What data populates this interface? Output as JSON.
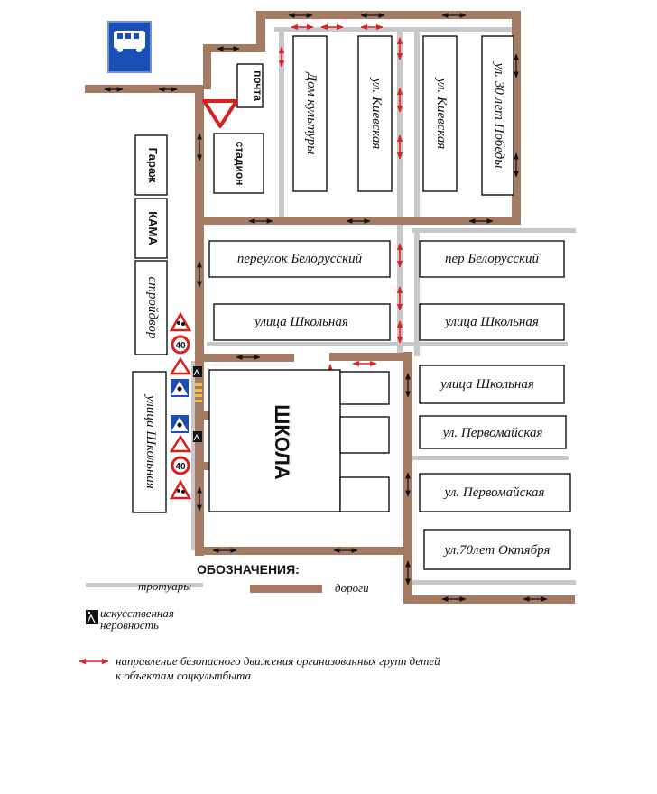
{
  "map": {
    "blocks": [
      {
        "id": "pochta",
        "label": "почта"
      },
      {
        "id": "stadion",
        "label": "стадион"
      },
      {
        "id": "dom_kultury",
        "label": "Дом культуры"
      },
      {
        "id": "kievskaya1",
        "label": "ул. Киевская"
      },
      {
        "id": "kievskaya2",
        "label": "ул. Киевская"
      },
      {
        "id": "pobedy",
        "label": "ул. 30 лет Победы"
      },
      {
        "id": "garazh",
        "label": "Гараж"
      },
      {
        "id": "kama",
        "label": "КАМА"
      },
      {
        "id": "stroydvor",
        "label": "стройдвор"
      },
      {
        "id": "shkolnaya_left",
        "label": "улица Школьная"
      },
      {
        "id": "belor1",
        "label": "переулок Белорусский"
      },
      {
        "id": "belor2",
        "label": "пер Белорусский"
      },
      {
        "id": "shkolnaya1",
        "label": "улица Школьная"
      },
      {
        "id": "shkolnaya2",
        "label": "улица Школьная"
      },
      {
        "id": "shkolnaya3",
        "label": "улица Школьная"
      },
      {
        "id": "pervomay1",
        "label": "ул. Первомайская"
      },
      {
        "id": "pervomay2",
        "label": "ул. Первомайская"
      },
      {
        "id": "oktyabrya",
        "label": "ул.70лет Октября"
      },
      {
        "id": "shkola",
        "label": "ШКОЛА"
      }
    ],
    "signs": {
      "speed_limit": "40",
      "children_sign": "children-warning-sign",
      "bus_stop": "bus-stop-sign"
    }
  },
  "legend": {
    "title": "ОБОЗНАЧЕНИЯ:",
    "sidewalks": "тротуары",
    "roads": "дороги",
    "speed_bump_line1": "искусственная",
    "speed_bump_line2": "неровность",
    "route_line1": "направление безопасного движения организованных групп детей",
    "route_line2": "к объектам соцкультбыта"
  },
  "colors": {
    "road": "#a47b62",
    "sidewalk": "#c8c8cc",
    "route": "#e02020",
    "sign_blue": "#1a4fb5",
    "sign_red": "#d62020"
  }
}
